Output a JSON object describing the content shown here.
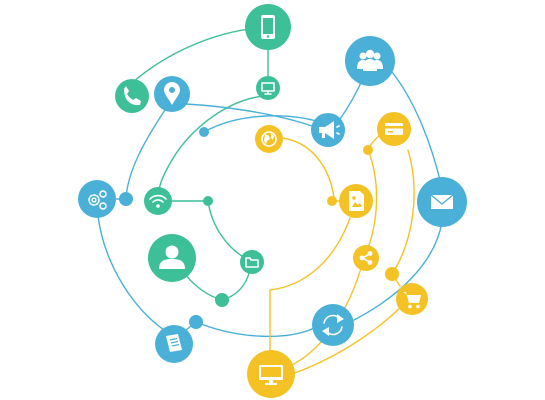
{
  "palette": {
    "green": "#3dbf98",
    "blue": "#4ab0d8",
    "yellow": "#f5c225",
    "background": "#ffffff"
  },
  "nodes": [
    {
      "id": "phone",
      "icon": "smartphone-icon",
      "color": "green"
    },
    {
      "id": "call",
      "icon": "phone-handset-icon",
      "color": "green"
    },
    {
      "id": "location",
      "icon": "map-pin-icon",
      "color": "blue"
    },
    {
      "id": "desktop-small",
      "icon": "monitor-icon",
      "color": "green"
    },
    {
      "id": "group",
      "icon": "users-icon",
      "color": "blue"
    },
    {
      "id": "megaphone",
      "icon": "megaphone-icon",
      "color": "blue"
    },
    {
      "id": "globe",
      "icon": "globe-icon",
      "color": "yellow"
    },
    {
      "id": "card",
      "icon": "credit-card-icon",
      "color": "yellow"
    },
    {
      "id": "mail",
      "icon": "envelope-icon",
      "color": "blue"
    },
    {
      "id": "settings",
      "icon": "gears-icon",
      "color": "blue"
    },
    {
      "id": "wifi",
      "icon": "wifi-icon",
      "color": "green"
    },
    {
      "id": "image-file",
      "icon": "image-file-icon",
      "color": "yellow"
    },
    {
      "id": "user",
      "icon": "user-icon",
      "color": "green"
    },
    {
      "id": "folder",
      "icon": "folder-icon",
      "color": "green"
    },
    {
      "id": "share",
      "icon": "share-icon",
      "color": "yellow"
    },
    {
      "id": "cart",
      "icon": "shopping-cart-icon",
      "color": "yellow"
    },
    {
      "id": "sync",
      "icon": "refresh-icon",
      "color": "blue"
    },
    {
      "id": "book",
      "icon": "book-icon",
      "color": "blue"
    },
    {
      "id": "monitor-large",
      "icon": "monitor-icon",
      "color": "yellow"
    }
  ]
}
